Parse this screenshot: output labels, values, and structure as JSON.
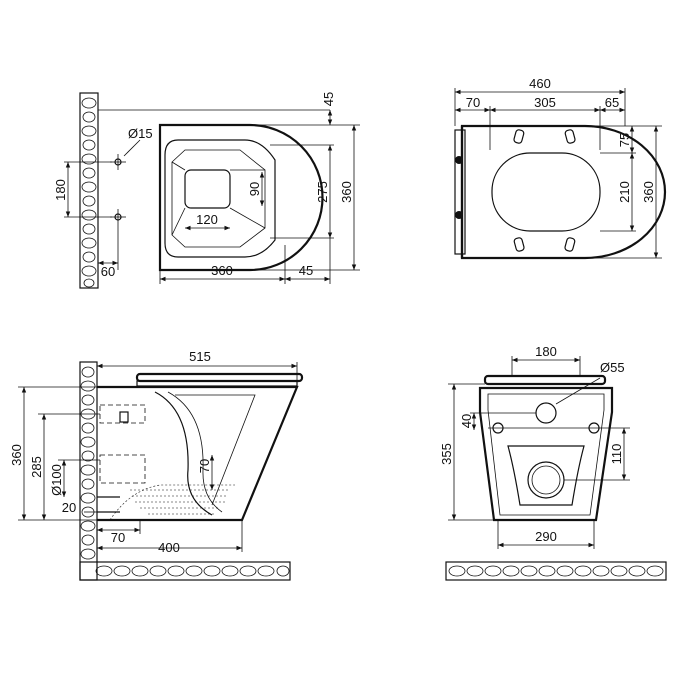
{
  "views": {
    "top_left": {
      "dims": [
        "45",
        "275",
        "360",
        "180",
        "Ø15",
        "90",
        "120",
        "60",
        "360",
        "45"
      ]
    },
    "top_right": {
      "dims": [
        "460",
        "70",
        "305",
        "65",
        "75",
        "210",
        "360"
      ]
    },
    "bottom_left": {
      "dims": [
        "515",
        "360",
        "285",
        "70",
        "Ø100",
        "20",
        "70",
        "400"
      ]
    },
    "bottom_right": {
      "dims": [
        "180",
        "Ø55",
        "40",
        "355",
        "110",
        "290"
      ]
    }
  },
  "colors": {
    "line": "#111111",
    "background": "#ffffff"
  }
}
